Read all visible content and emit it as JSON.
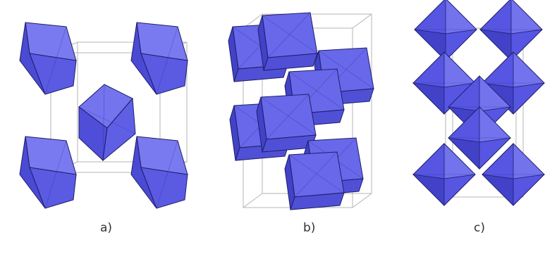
{
  "figure": {
    "panels": [
      {
        "label": "a)"
      },
      {
        "label": "b)"
      },
      {
        "label": "c)"
      }
    ]
  },
  "colors": {
    "face_light": "#6f6fec",
    "face_mid": "#5555e0",
    "face_dark": "#3c3cb8",
    "edge": "#1e1e6a",
    "cell_line": "#b4b4b4"
  }
}
